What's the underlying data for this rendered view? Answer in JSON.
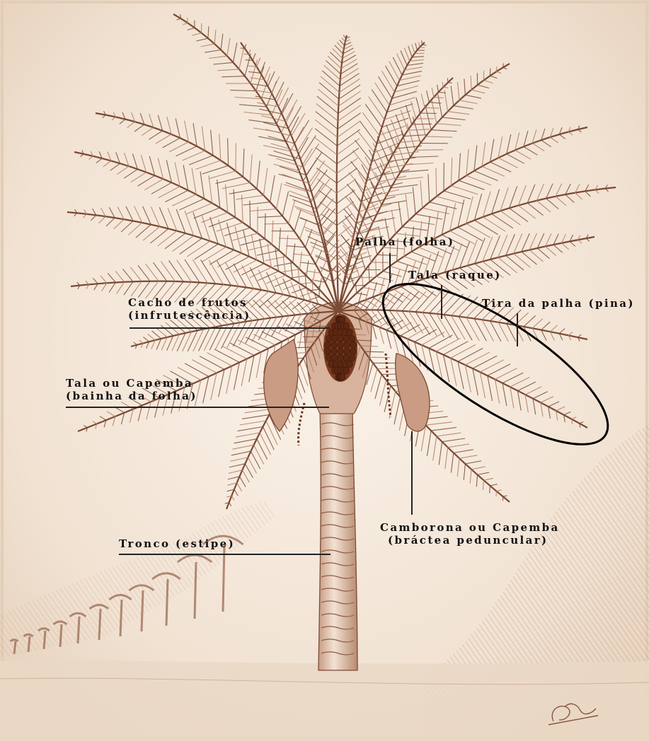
{
  "labels": {
    "palha": "Palha (folha)",
    "tala": "Tala (raque)",
    "tira": "Tira da palha (pina)",
    "cacho": [
      "Cacho de frutos",
      "(infrutescência)"
    ],
    "bainha": [
      "Tala ou Capemba",
      "(bainha da folha)"
    ],
    "camborona": [
      "Camborona ou Capemba",
      "(bráctea peduncular)"
    ],
    "tronco": "Tronco (estipe)"
  },
  "colors": {
    "paper": "#f3e7da",
    "paper_frame": "#e8d6c2",
    "sepia": "#7a4a34",
    "sepia_light": "#b07d63",
    "fruit": "#5b2712",
    "ink": "#111111"
  },
  "icons": {
    "signature": "artist-signature-icon"
  }
}
